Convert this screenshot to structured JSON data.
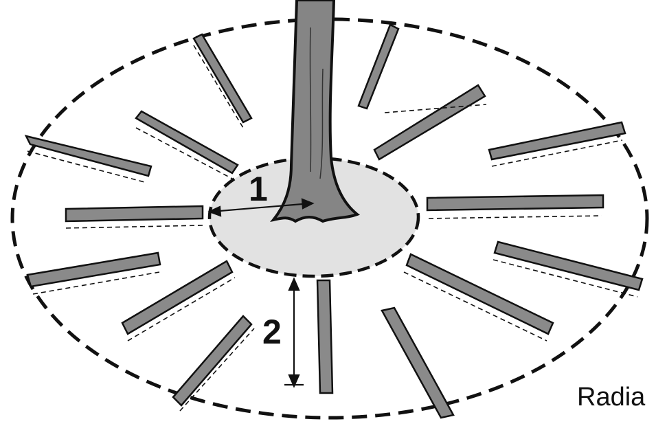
{
  "labels": {
    "one": "1",
    "two": "2",
    "caption": "Radia"
  },
  "colors": {
    "outline": "#111111",
    "trench_fill": "#8a8a8a",
    "trunk_fill": "#858585",
    "root_zone_fill": "#e2e2e2",
    "background": "#ffffff"
  }
}
